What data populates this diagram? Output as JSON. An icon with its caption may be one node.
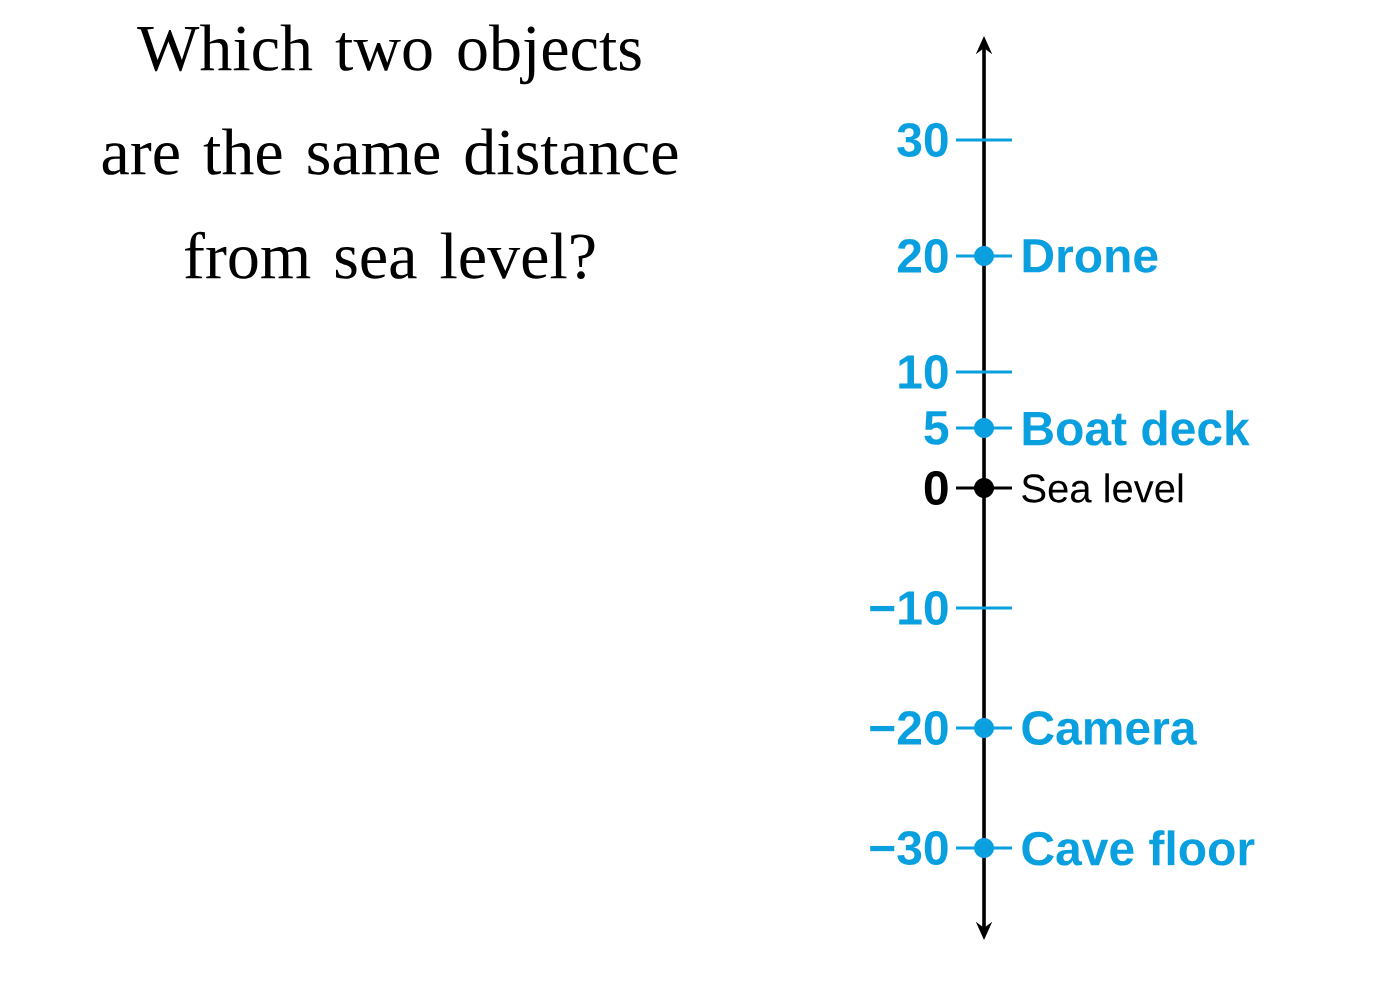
{
  "diagram": {
    "title": "Which two objects are the same distance from sea level?",
    "labels": [
      "30",
      "20",
      "Drone",
      "10",
      "5",
      "Boat deck",
      "0",
      "Sea level",
      "−10",
      "−20",
      "Camera",
      "−30",
      "Cave floor"
    ]
  }
}
